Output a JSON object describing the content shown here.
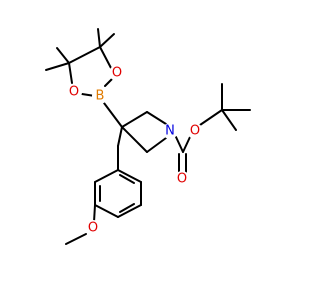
{
  "atoms": {
    "boron": {
      "label": "B",
      "color": "#e07b00"
    },
    "dioxaborolane_oxygen_top": {
      "label": "O",
      "color": "#e00000"
    },
    "dioxaborolane_oxygen_left": {
      "label": "O",
      "color": "#e00000"
    },
    "azetidine_nitrogen": {
      "label": "N",
      "color": "#0000e0"
    },
    "ester_oxygen": {
      "label": "O",
      "color": "#e00000"
    },
    "carbonyl_oxygen": {
      "label": "O",
      "color": "#e00000"
    },
    "methoxy_oxygen": {
      "label": "O",
      "color": "#e00000"
    }
  },
  "colors": {
    "bond": "#000000",
    "background": "#ffffff"
  }
}
